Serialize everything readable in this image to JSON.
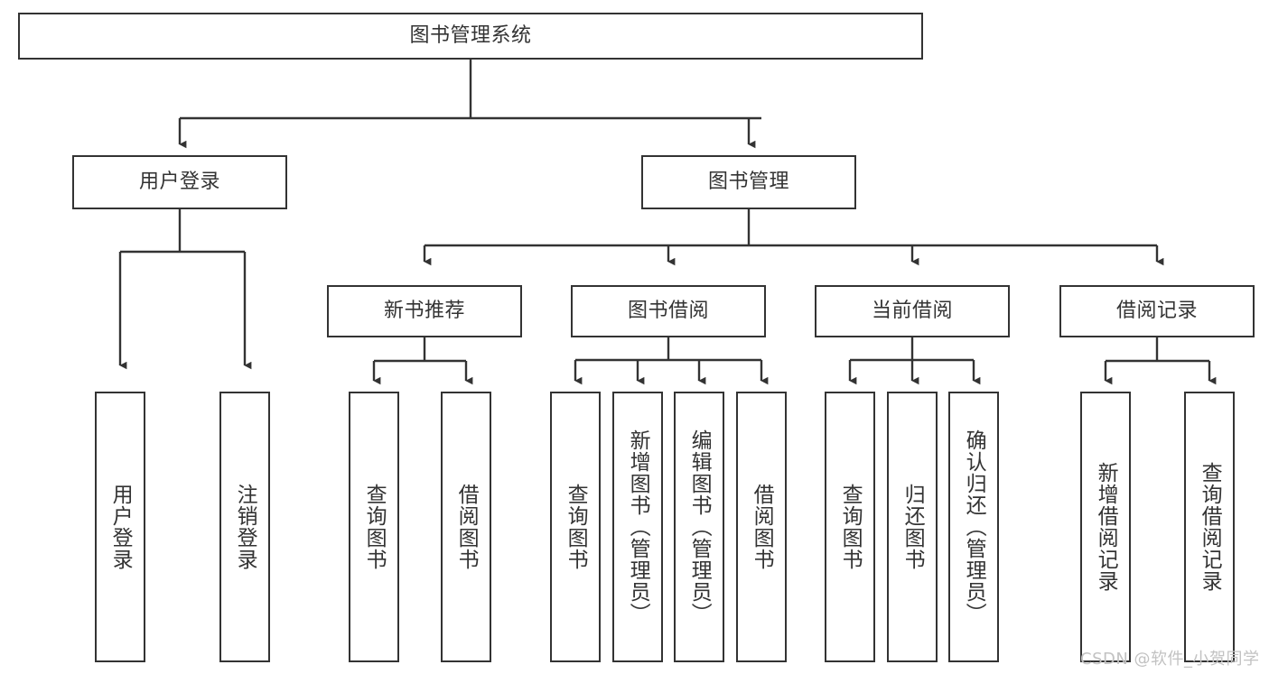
{
  "diagram": {
    "title": "图书管理系统",
    "type": "tree-hierarchy-diagram",
    "colors": {
      "stroke": "#333333",
      "fill": "#ffffff",
      "text": "#333333",
      "watermark": "#c2c2c2"
    },
    "root": {
      "label": "图书管理系统"
    },
    "level2": [
      {
        "label": "用户登录"
      },
      {
        "label": "图书管理"
      }
    ],
    "level3": [
      {
        "label": "新书推荐"
      },
      {
        "label": "图书借阅"
      },
      {
        "label": "当前借阅"
      },
      {
        "label": "借阅记录"
      }
    ],
    "leaves": {
      "user_login": [
        {
          "label": "用户登录"
        },
        {
          "label": "注销登录"
        }
      ],
      "new_book_recommend": [
        {
          "label": "查询图书"
        },
        {
          "label": "借阅图书"
        }
      ],
      "book_borrow": [
        {
          "label": "查询图书"
        },
        {
          "label": "新增图书（管理员）"
        },
        {
          "label": "编辑图书（管理员）"
        },
        {
          "label": "借阅图书"
        }
      ],
      "current_borrow": [
        {
          "label": "查询图书"
        },
        {
          "label": "归还图书"
        },
        {
          "label": "确认归还（管理员）"
        }
      ],
      "borrow_record": [
        {
          "label": "新增借阅记录"
        },
        {
          "label": "查询借阅记录"
        }
      ]
    },
    "watermark": "CSDN @软件_小贺同学"
  }
}
